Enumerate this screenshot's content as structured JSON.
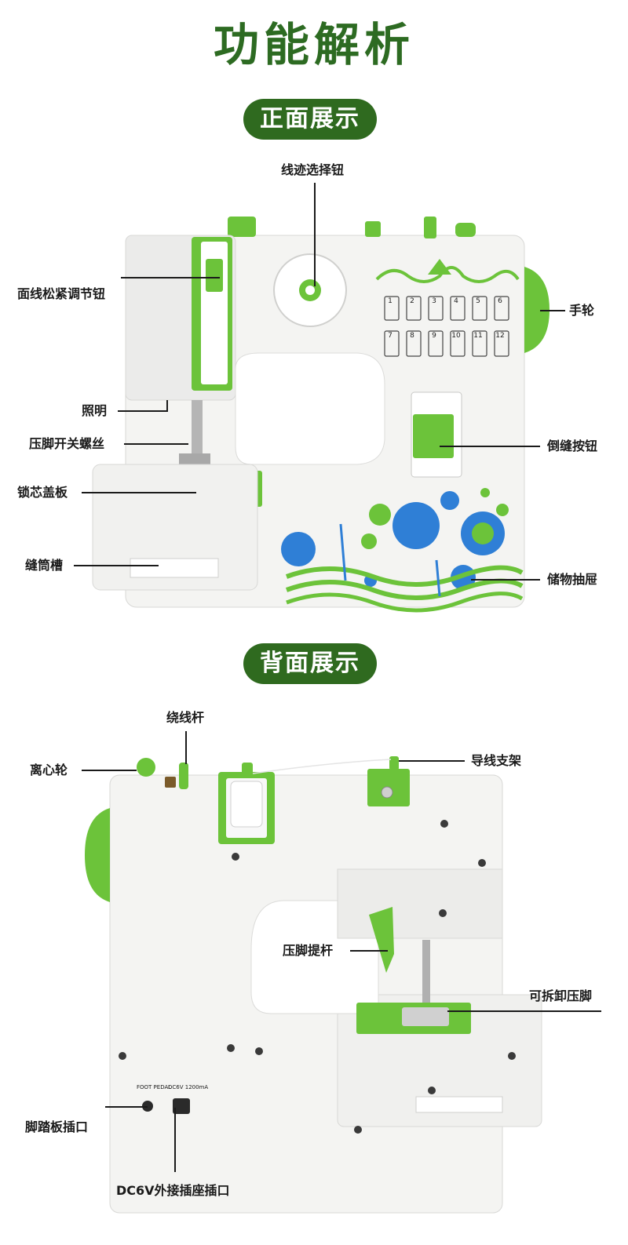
{
  "page": {
    "title": "功能解析"
  },
  "front": {
    "section_label": "正面展示",
    "callouts": {
      "stitch_selector": "线迹选择钮",
      "tension_knob": "面线松紧调节钮",
      "handwheel": "手轮",
      "light": "照明",
      "presser_foot_screw": "压脚开关螺丝",
      "reverse_button": "倒缝按钮",
      "bobbin_cover": "锁芯盖板",
      "bobbin_slot": "缝筒槽",
      "storage_drawer": "储物抽屉"
    },
    "stitch_numbers": [
      "1",
      "2",
      "3",
      "4",
      "5",
      "6",
      "7",
      "8",
      "9",
      "10",
      "11",
      "12"
    ]
  },
  "back": {
    "section_label": "背面展示",
    "callouts": {
      "winder_rod": "绕线杆",
      "eccentric_wheel": "离心轮",
      "thread_guide": "导线支架",
      "presser_lift": "压脚提杆",
      "removable_foot": "可拆卸压脚",
      "pedal_port": "脚踏板插口",
      "dc_port": "DC6V外接插座插口"
    },
    "port_labels": {
      "pedal": "FOOT PEDAL",
      "dc": "DC6V 1200mA"
    }
  },
  "colors": {
    "title_green": "#2d6b22",
    "pill_green": "#2f6a1f",
    "accent_green": "#6cc33a",
    "flower_blue": "#2f7fd6",
    "body_white": "#f4f4f2"
  }
}
